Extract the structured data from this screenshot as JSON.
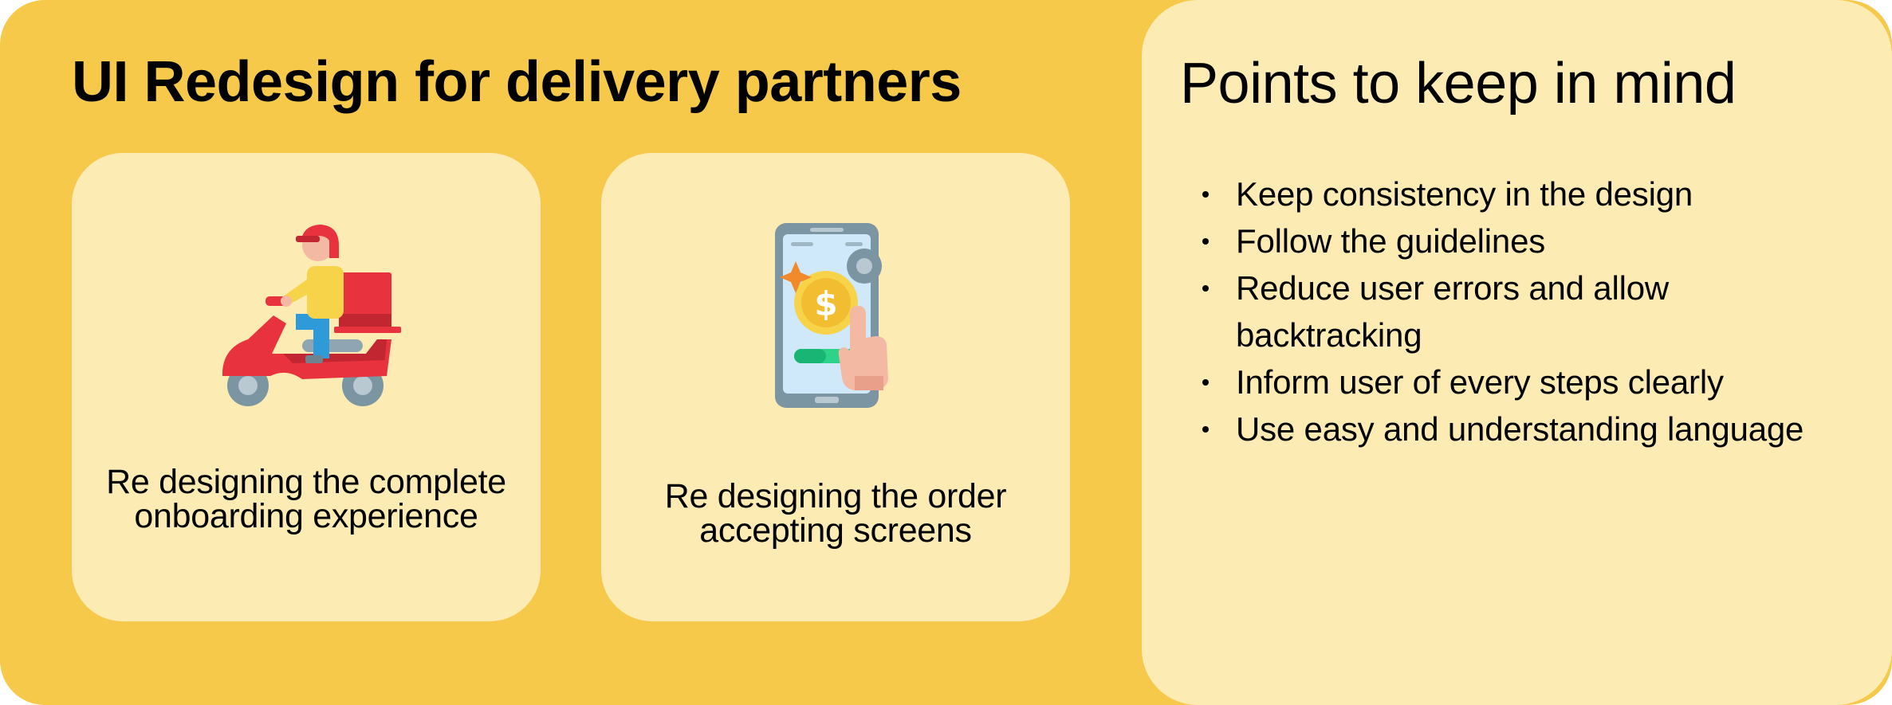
{
  "main": {
    "title": "UI Redesign for delivery partners",
    "cards": [
      {
        "caption": "Re designing the complete onboarding experience",
        "icon": "delivery-scooter-icon"
      },
      {
        "caption": "Re designing the order accepting screens",
        "icon": "phone-payment-icon"
      }
    ]
  },
  "side_panel": {
    "title": "Points to keep in mind",
    "points": [
      "Keep consistency in the design",
      "Follow the guidelines",
      "Reduce user errors and allow backtracking",
      "Inform user of every steps clearly",
      "Use easy and understanding language"
    ]
  },
  "colors": {
    "background": "#F6C94A",
    "card": "#FDEBB4",
    "text": "#000000",
    "accent_red": "#E8333F",
    "accent_blue": "#8FC6E8"
  }
}
